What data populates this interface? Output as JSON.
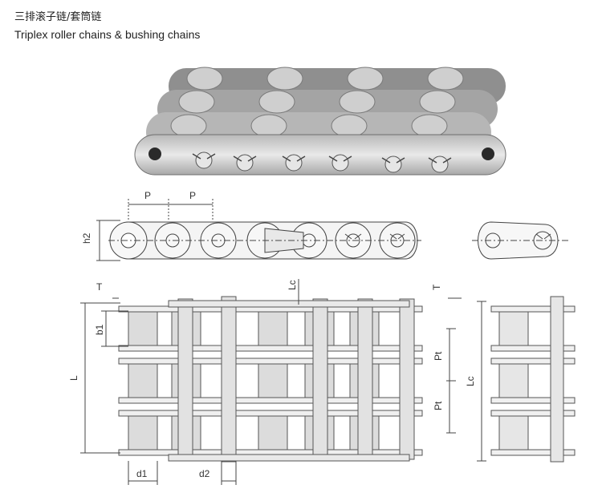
{
  "header": {
    "title_cn": "三排滚子链/套筒链",
    "title_en": "Triplex roller chains & bushing chains"
  },
  "labels": {
    "pitch": "P",
    "h2": "h2",
    "T": "T",
    "Lc": "Lc",
    "b1": "b1",
    "L": "L",
    "Pt": "Pt",
    "d1": "d1",
    "d2": "d2"
  }
}
